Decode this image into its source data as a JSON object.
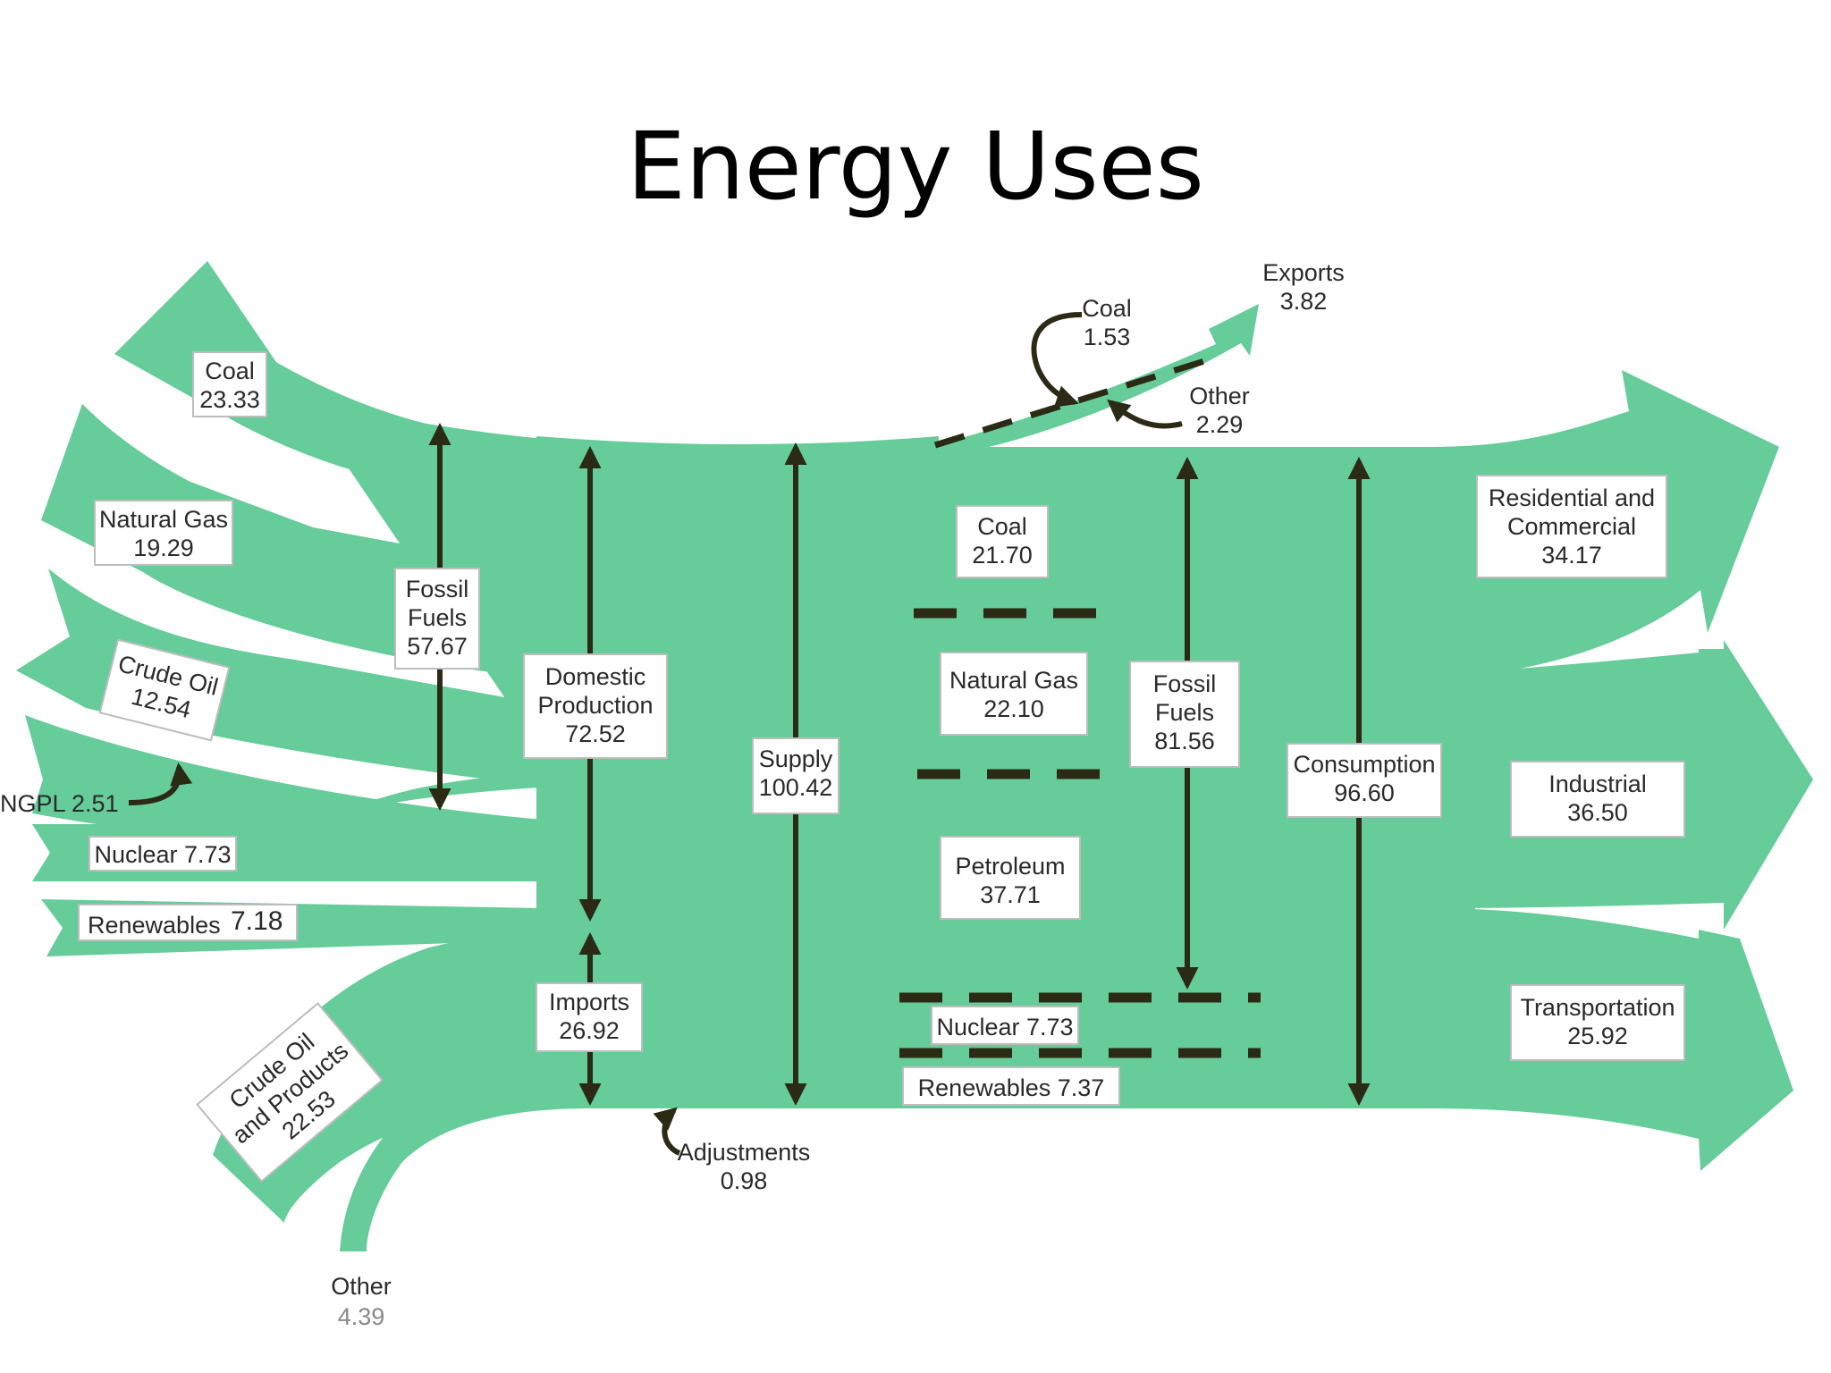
{
  "title": "Energy Uses",
  "colors": {
    "flow": "#66cc99",
    "arrow": "#2b2a14",
    "box": "#ffffff"
  },
  "inputs": {
    "coal": {
      "label": "Coal",
      "value": "23.33"
    },
    "natural_gas": {
      "label": "Natural Gas",
      "value": "19.29"
    },
    "crude_oil": {
      "label": "Crude Oil",
      "value": "12.54"
    },
    "ngpl": {
      "label": "NGPL 2.51"
    },
    "nuclear": {
      "label": "Nuclear 7.73"
    },
    "renewables": {
      "label": "Renewables",
      "value": "7.18"
    },
    "crude_products": {
      "line1": "Crude Oil",
      "line2": "and Products",
      "value": "22.53"
    },
    "other": {
      "label": "Other",
      "value": "4.39"
    }
  },
  "totals": {
    "fossil_fuels_in": {
      "line1": "Fossil",
      "line2": "Fuels",
      "value": "57.67"
    },
    "domestic": {
      "line1": "Domestic",
      "line2": "Production",
      "value": "72.52"
    },
    "imports": {
      "label": "Imports",
      "value": "26.92"
    },
    "supply": {
      "label": "Supply",
      "value": "100.42"
    },
    "adjustments": {
      "label": "Adjustments",
      "value": "0.98"
    },
    "fossil_fuels_out": {
      "line1": "Fossil",
      "line2": "Fuels",
      "value": "81.56"
    },
    "consumption": {
      "label": "Consumption",
      "value": "96.60"
    }
  },
  "exports": {
    "total": {
      "label": "Exports",
      "value": "3.82"
    },
    "coal": {
      "label": "Coal",
      "value": "1.53"
    },
    "other": {
      "label": "Other",
      "value": "2.29"
    }
  },
  "consumption_by_source": {
    "coal": {
      "label": "Coal",
      "value": "21.70"
    },
    "natural_gas": {
      "label": "Natural Gas",
      "value": "22.10"
    },
    "petroleum": {
      "label": "Petroleum",
      "value": "37.71"
    },
    "nuclear": {
      "label": "Nuclear 7.73"
    },
    "renewables": {
      "label": "Renewables  7.37"
    }
  },
  "sectors": {
    "residential": {
      "line1": "Residential and",
      "line2": "Commercial",
      "value": "34.17"
    },
    "industrial": {
      "label": "Industrial",
      "value": "36.50"
    },
    "transportation": {
      "label": "Transportation",
      "value": "25.92"
    }
  }
}
